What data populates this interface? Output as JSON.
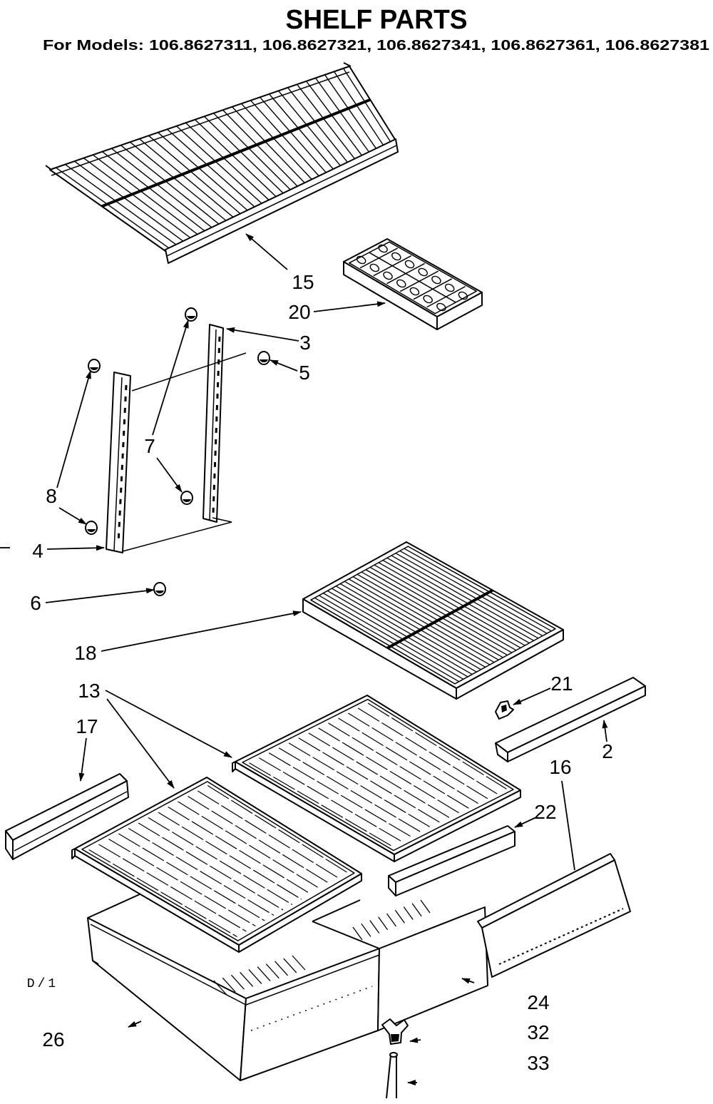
{
  "title": "SHELF PARTS",
  "subtitle": "For Models: 106.8627311, 106.8627321, 106.8627341, 106.8627361, 106.8627381",
  "callouts": [
    "15",
    "20",
    "3",
    "5",
    "7",
    "8",
    "4",
    "6",
    "18",
    "13",
    "17",
    "21",
    "2",
    "16",
    "22",
    "24",
    "32",
    "33",
    "26"
  ],
  "note": "D/1"
}
